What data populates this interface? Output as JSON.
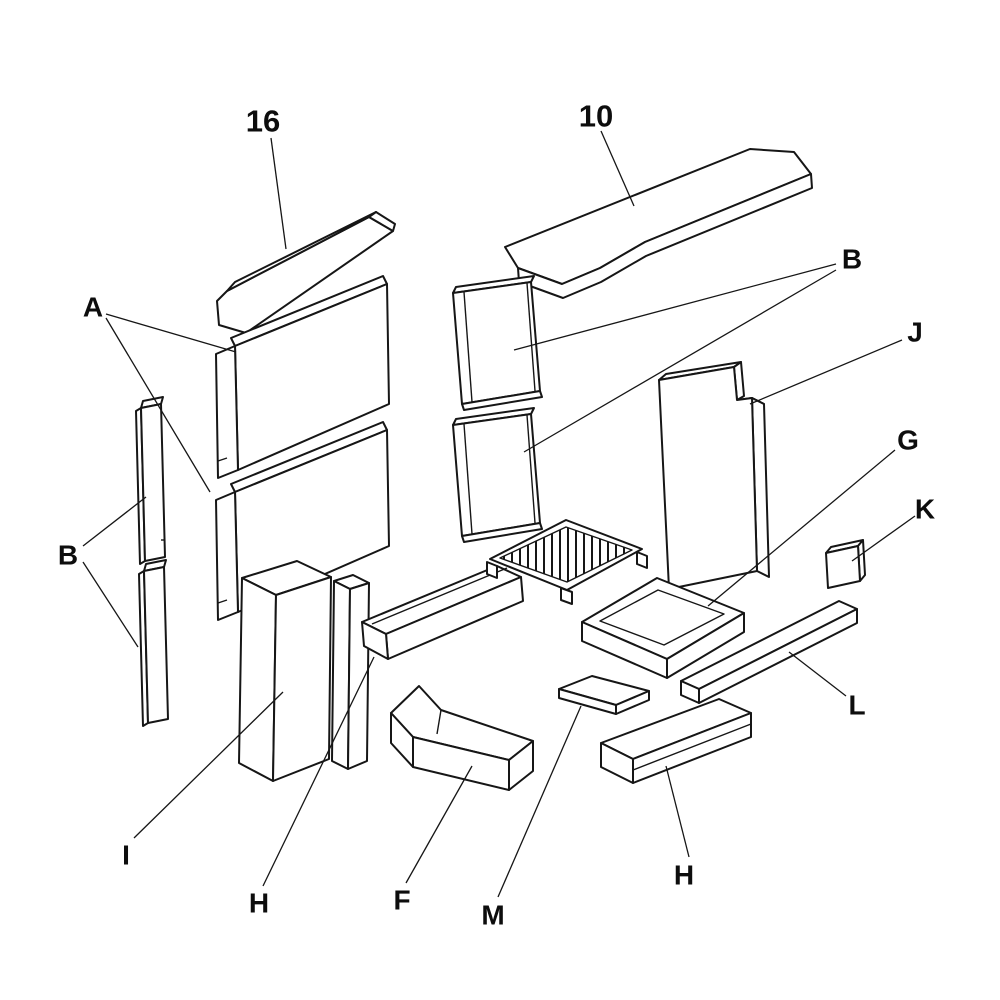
{
  "diagram": {
    "type": "exploded-parts-diagram",
    "background": "#ffffff",
    "line_color": "#161616",
    "label_color": "#0d0d0d",
    "labels": {
      "n16": "16",
      "n10": "10",
      "a": "A",
      "b_right": "B",
      "j": "J",
      "g": "G",
      "k": "K",
      "l": "L",
      "b_left": "B",
      "i": "I",
      "h_left": "H",
      "f": "F",
      "m": "M",
      "h_right": "H"
    }
  }
}
